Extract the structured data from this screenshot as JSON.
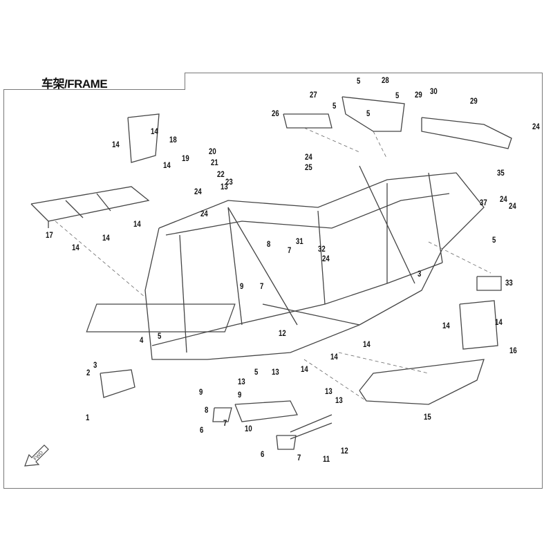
{
  "header": {
    "title": "车架/FRAME"
  },
  "fwd_label": "FWD",
  "callouts": [
    "5",
    "28",
    "5",
    "27",
    "5",
    "29",
    "30",
    "29",
    "26",
    "5",
    "24",
    "14",
    "18",
    "14",
    "20",
    "21",
    "14",
    "22",
    "23",
    "24",
    "25",
    "19",
    "13",
    "35",
    "24",
    "24",
    "37",
    "24",
    "24",
    "14",
    "17",
    "14",
    "14",
    "31",
    "8",
    "32",
    "24",
    "7",
    "5",
    "9",
    "7",
    "3",
    "33",
    "4",
    "5",
    "12",
    "14",
    "14",
    "14",
    "14",
    "14",
    "16",
    "3",
    "2",
    "5",
    "13",
    "13",
    "1",
    "9",
    "9",
    "8",
    "13",
    "13",
    "10",
    "15",
    "7",
    "6",
    "7",
    "6",
    "11",
    "12"
  ]
}
